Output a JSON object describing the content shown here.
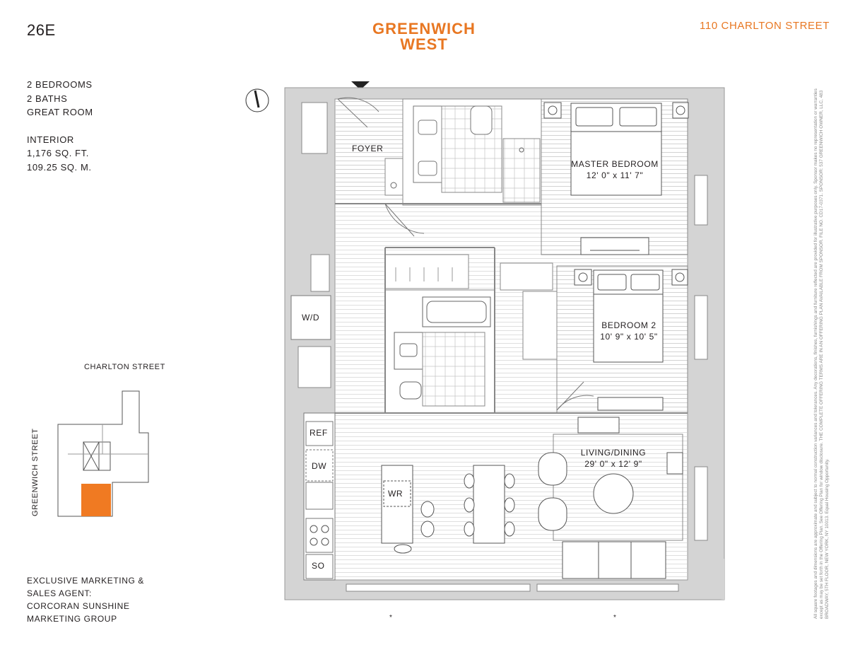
{
  "unit": "26E",
  "brand": {
    "line1": "GREENWICH",
    "line2": "WEST",
    "color": "#e87722"
  },
  "address": "110 CHARLTON STREET",
  "summary": [
    "2 BEDROOMS",
    "2 BATHS",
    "GREAT ROOM"
  ],
  "interior": [
    "INTERIOR",
    "1,176 SQ. FT.",
    "109.25 SQ. M."
  ],
  "rooms": {
    "foyer": "FOYER",
    "master_name": "MASTER BEDROOM",
    "master_dims": "12' 0\" x 11' 7\"",
    "bed2_name": "BEDROOM 2",
    "bed2_dims": "10' 9\" x 10' 5\"",
    "living_name": "LIVING/DINING",
    "living_dims": "29' 0\" x 12' 9\""
  },
  "appliances": {
    "wd": "W/D",
    "ref": "REF",
    "dw": "DW",
    "wr": "WR",
    "so": "SO"
  },
  "keyplan": {
    "street_top": "CHARLTON STREET",
    "street_side": "GREENWICH STREET",
    "highlight_color": "#f07a22"
  },
  "agent": [
    "EXCLUSIVE MARKETING &",
    "SALES AGENT:",
    "CORCORAN SUNSHINE",
    "MARKETING GROUP"
  ],
  "footnote_marks": [
    "*",
    "*"
  ],
  "disclaimer": "All square footages and dimensions are approximate and subject to normal construction variances and tolerances. Any decorations, finishes, furnishings and furniture reflected are provided for illustrative purposes only. Sponsor makes no representation or warranties except as may be set forth in the Offering Plan. See Offering Plan for window disclosure. THE COMPLETE OFFERING TERMS ARE IN AN OFFERING PLAN AVAILABLE FROM SPONSOR. FILE NO. CD17-0371. SPONSOR: 537 GREENWICH OWNER, LLC, 483 BROADWAY, 5TH FLOOR, NEW YORK, NY 10013. Equal Housing Opportunity."
}
